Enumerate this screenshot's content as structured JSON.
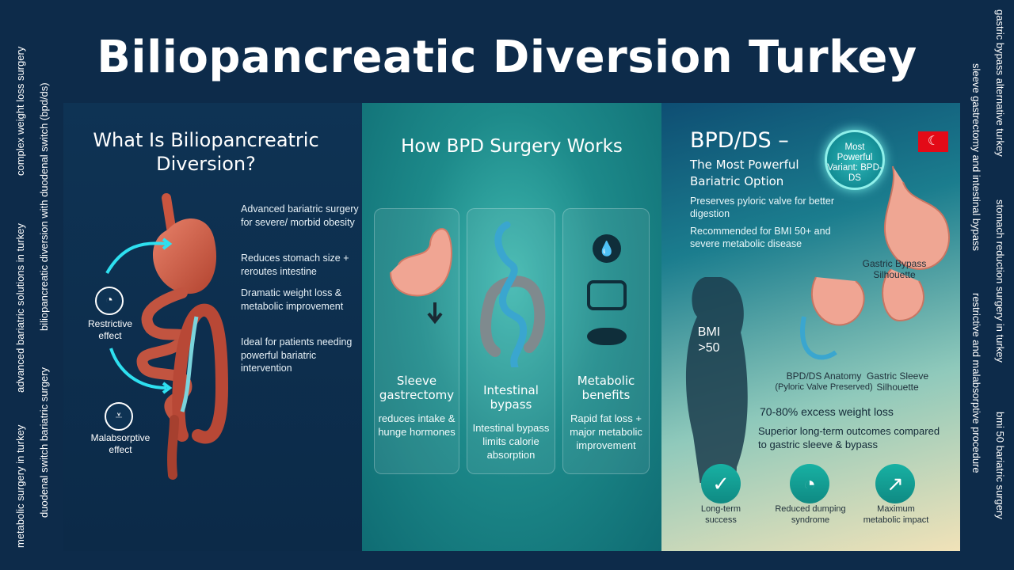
{
  "title": "Biliopancreatic Diversion Turkey",
  "side_text": {
    "left": [
      "metabolic surgery in turkey",
      "advanced bariatric solutions in turkey",
      "complex weight loss surgery",
      "duodenal switch bariatric surgery",
      "biliopancreatic diversion with duodenal switch (bpd/ds)"
    ],
    "right": [
      "gastric bypass alternative turkey",
      "sleeve gastrectomy and intestinal bypass",
      "stomach reduction surgery in turkey",
      "restrictive and malabsorptive procedure",
      "bmi 50 bariatric surgery"
    ]
  },
  "panel1": {
    "title": "What Is Biliopancreatric Diversion?",
    "bullets": [
      "Advanced bariatric surgery for severe/ morbid obesity",
      "Reduces stomach size + reroutes intestine",
      "Dramatic weight loss & metabolic improvement",
      "Ideal for patients needing powerful bariatric intervention"
    ],
    "restrictive": "Restrictive effect",
    "malabsorptive": "Malabsorptive effect",
    "icons": [
      "stomach-icon",
      "absorb-icon"
    ]
  },
  "panel2": {
    "title": "How BPD Surgery Works",
    "cards": [
      {
        "title": "Sleeve gastrectomy",
        "text": "reduces intake & hunge hormones"
      },
      {
        "title": "Intestinal bypass",
        "text": "Intestinal bypass limits calorie absorption"
      },
      {
        "title": "Metabolic benefits",
        "text": "Rapid fat loss + major metabolic improvement"
      }
    ]
  },
  "panel3": {
    "heading1": "BPD/DS –",
    "heading2": "The Most Powerful Bariatric Option",
    "badge": "Most Powerful Variant: BPD-DS",
    "line1": "Preserves pyloric valve for better digestion",
    "line2": "Recommended for BMI 50+ and severe metabolic disease",
    "bmi": "BMI >50",
    "gastric_bypass": "Gastric Bypass Silhouette",
    "bpd_anatomy": "BPD/DS Anatomy",
    "bpd_anatomy_sub": "(Pyloric Valve Preserved)",
    "gastric_sleeve": "Gastric Sleeve Silhouette",
    "stat1": "70-80% excess weight loss",
    "stat2": "Superior long-term outcomes compared to gastric sleeve & bypass",
    "benefits": [
      "Long-term success",
      "Reduced dumping syndrome",
      "Maximum metabolic impact"
    ]
  },
  "colors": {
    "background": "#0d2b4a",
    "accent_teal": "#18b1a3",
    "organ": "#d4624a",
    "flag_red": "#e30a17"
  }
}
